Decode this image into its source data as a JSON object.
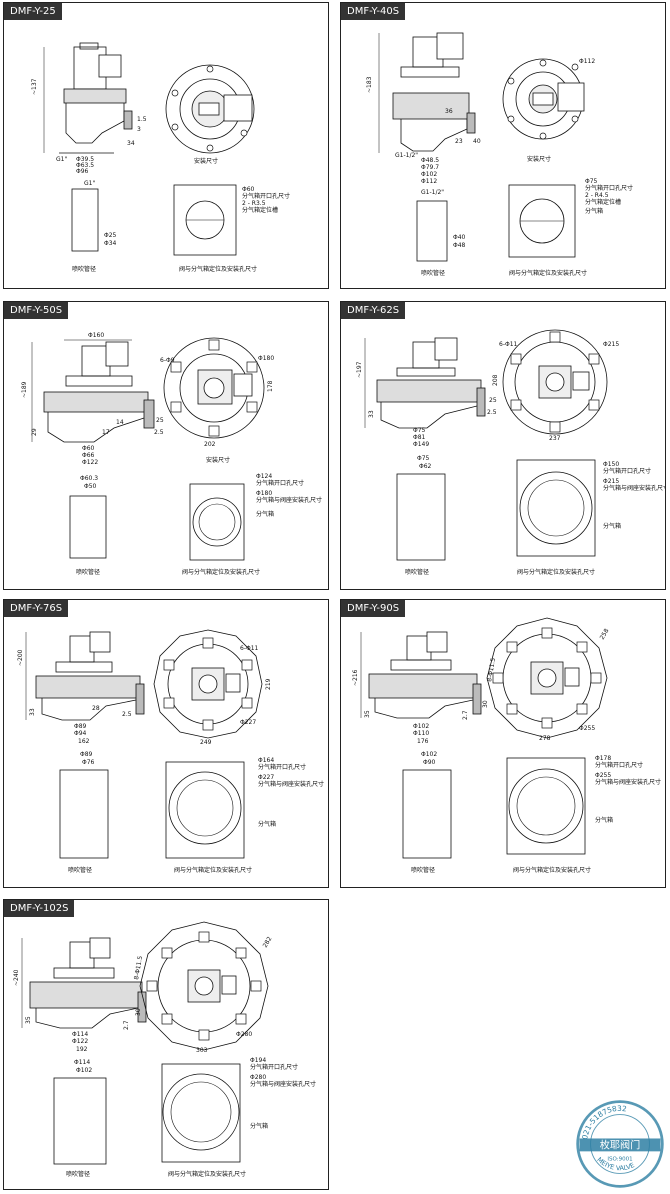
{
  "captions": {
    "install": "安装尺寸",
    "pipe": "喷吹管径",
    "hole": "阀与分气箱定位及安装孔尺寸"
  },
  "panels": [
    {
      "id": "p25",
      "title": "DMF-Y-25",
      "dims": {
        "height": "~137",
        "right1": "1.5",
        "right2": "3",
        "right3": "34",
        "thread": "G1\"",
        "d1": "Φ39.5",
        "d2": "Φ63.5",
        "d3": "Φ96",
        "pipe_top": "G1\"",
        "pipe_d1": "Φ25",
        "pipe_d2": "Φ34",
        "hole_d": "Φ60",
        "hole_notes": [
          "分气箱开口孔尺寸",
          "2 - R3.5",
          "分气箱定位槽"
        ]
      }
    },
    {
      "id": "p40",
      "title": "DMF-Y-40S",
      "dims": {
        "height": "~183",
        "right1": "36",
        "right2": "23",
        "right3": "40",
        "thread": "G1-1/2\"",
        "d1": "Φ48.5",
        "d2": "Φ79.7",
        "d3": "Φ102",
        "d4": "Φ112",
        "top_d": "Φ112",
        "pipe_top": "G1-1/2\"",
        "pipe_d1": "Φ40",
        "pipe_d2": "Φ48",
        "hole_d": "Φ75",
        "hole_notes": [
          "分气箱开口孔尺寸",
          "2 - R4.5",
          "分气箱定位槽",
          "分气箱"
        ]
      }
    },
    {
      "id": "p50",
      "title": "DMF-Y-50S",
      "dims": {
        "height": "~189",
        "top_w": "Φ160",
        "left1": "29",
        "right1": "25",
        "right2": "2.5",
        "mid1": "14",
        "mid2": "17",
        "d1": "Φ60",
        "d2": "Φ66",
        "d3": "Φ122",
        "holes": "6-Φ9",
        "circle": "Φ180",
        "side": "178",
        "width": "202",
        "pipe_top": "Φ60.3",
        "pipe_d": "Φ50",
        "hole_d1": "Φ124",
        "hole_d2": "Φ180",
        "hole_notes": [
          "分气箱开口孔尺寸",
          "分气箱与阀座安装孔尺寸",
          "分气箱"
        ]
      }
    },
    {
      "id": "p62",
      "title": "DMF-Y-62S",
      "dims": {
        "height": "~197",
        "left1": "33",
        "right1": "25",
        "right2": "2.5",
        "d1": "Φ75",
        "d2": "Φ81",
        "d3": "Φ149",
        "holes": "6-Φ11",
        "circle": "Φ215",
        "side": "208",
        "width": "237",
        "pipe_top": "Φ75",
        "pipe_d": "Φ62",
        "hole_d1": "Φ150",
        "hole_d2": "Φ215",
        "hole_notes": [
          "分气箱开口孔尺寸",
          "分气箱与阀座安装孔尺寸",
          "分气箱"
        ]
      }
    },
    {
      "id": "p76",
      "title": "DMF-Y-76S",
      "dims": {
        "height": "~200",
        "left1": "33",
        "right1": "2.5",
        "mid1": "28",
        "d1": "Φ89",
        "d2": "Φ94",
        "d3": "162",
        "holes": "6-Φ11",
        "side": "219",
        "width": "249",
        "circle": "Φ227",
        "pipe_top": "Φ89",
        "pipe_d": "Φ76",
        "hole_d1": "Φ164",
        "hole_d2": "Φ227",
        "hole_notes": [
          "分气箱开口孔尺寸",
          "分气箱与阀座安装孔尺寸",
          "分气箱"
        ]
      }
    },
    {
      "id": "p90",
      "title": "DMF-Y-90S",
      "dims": {
        "height": "~216",
        "left1": "35",
        "right1": "2.7",
        "right2": "30",
        "d1": "Φ102",
        "d2": "Φ110",
        "d3": "176",
        "holes": "8-Φ11.5",
        "side": "258",
        "width": "278",
        "circle": "Φ255",
        "pipe_top": "Φ102",
        "pipe_d": "Φ90",
        "hole_d1": "Φ178",
        "hole_d2": "Φ255",
        "hole_notes": [
          "分气箱开口孔尺寸",
          "分气箱与阀座安装孔尺寸",
          "分气箱"
        ]
      }
    },
    {
      "id": "p102",
      "title": "DMF-Y-102S",
      "dims": {
        "height": "~240",
        "left1": "35",
        "right1": "2.7",
        "right2": "30",
        "d1": "Φ114",
        "d2": "Φ122",
        "d3": "192",
        "holes": "8-Φ11.5",
        "side": "282",
        "width": "303",
        "circle": "Φ280",
        "pipe_top": "Φ114",
        "pipe_d": "Φ102",
        "hole_d1": "Φ194",
        "hole_d2": "Φ280",
        "hole_notes": [
          "分气箱开口孔尺寸",
          "分气箱与阀座安装孔尺寸",
          "分气箱"
        ]
      }
    }
  ],
  "stamp": {
    "phone": "021-51875832",
    "brand": "枚耶阀门",
    "iso": "ISO:9001",
    "latin": "MEIYE VALVE"
  }
}
